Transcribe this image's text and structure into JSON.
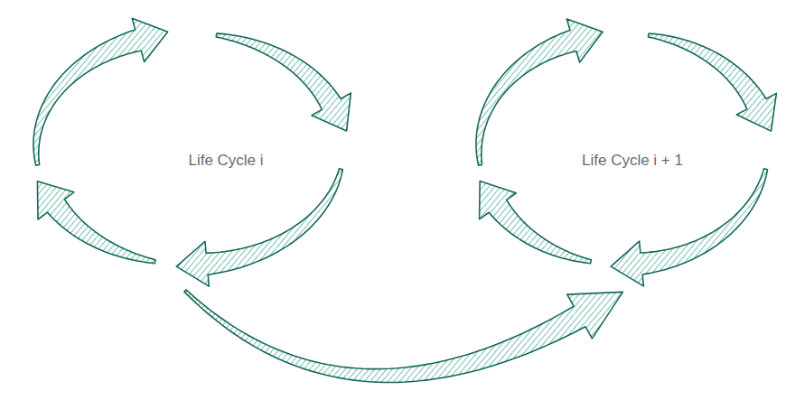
{
  "diagram": {
    "nodes": [
      {
        "text": [
          "Life Cycle i"
        ]
      },
      {
        "text": [
          "Life Cycle i + 1"
        ]
      }
    ],
    "edges": [
      {
        "from": 0,
        "to": 1,
        "arrow": "to"
      }
    ]
  }
}
